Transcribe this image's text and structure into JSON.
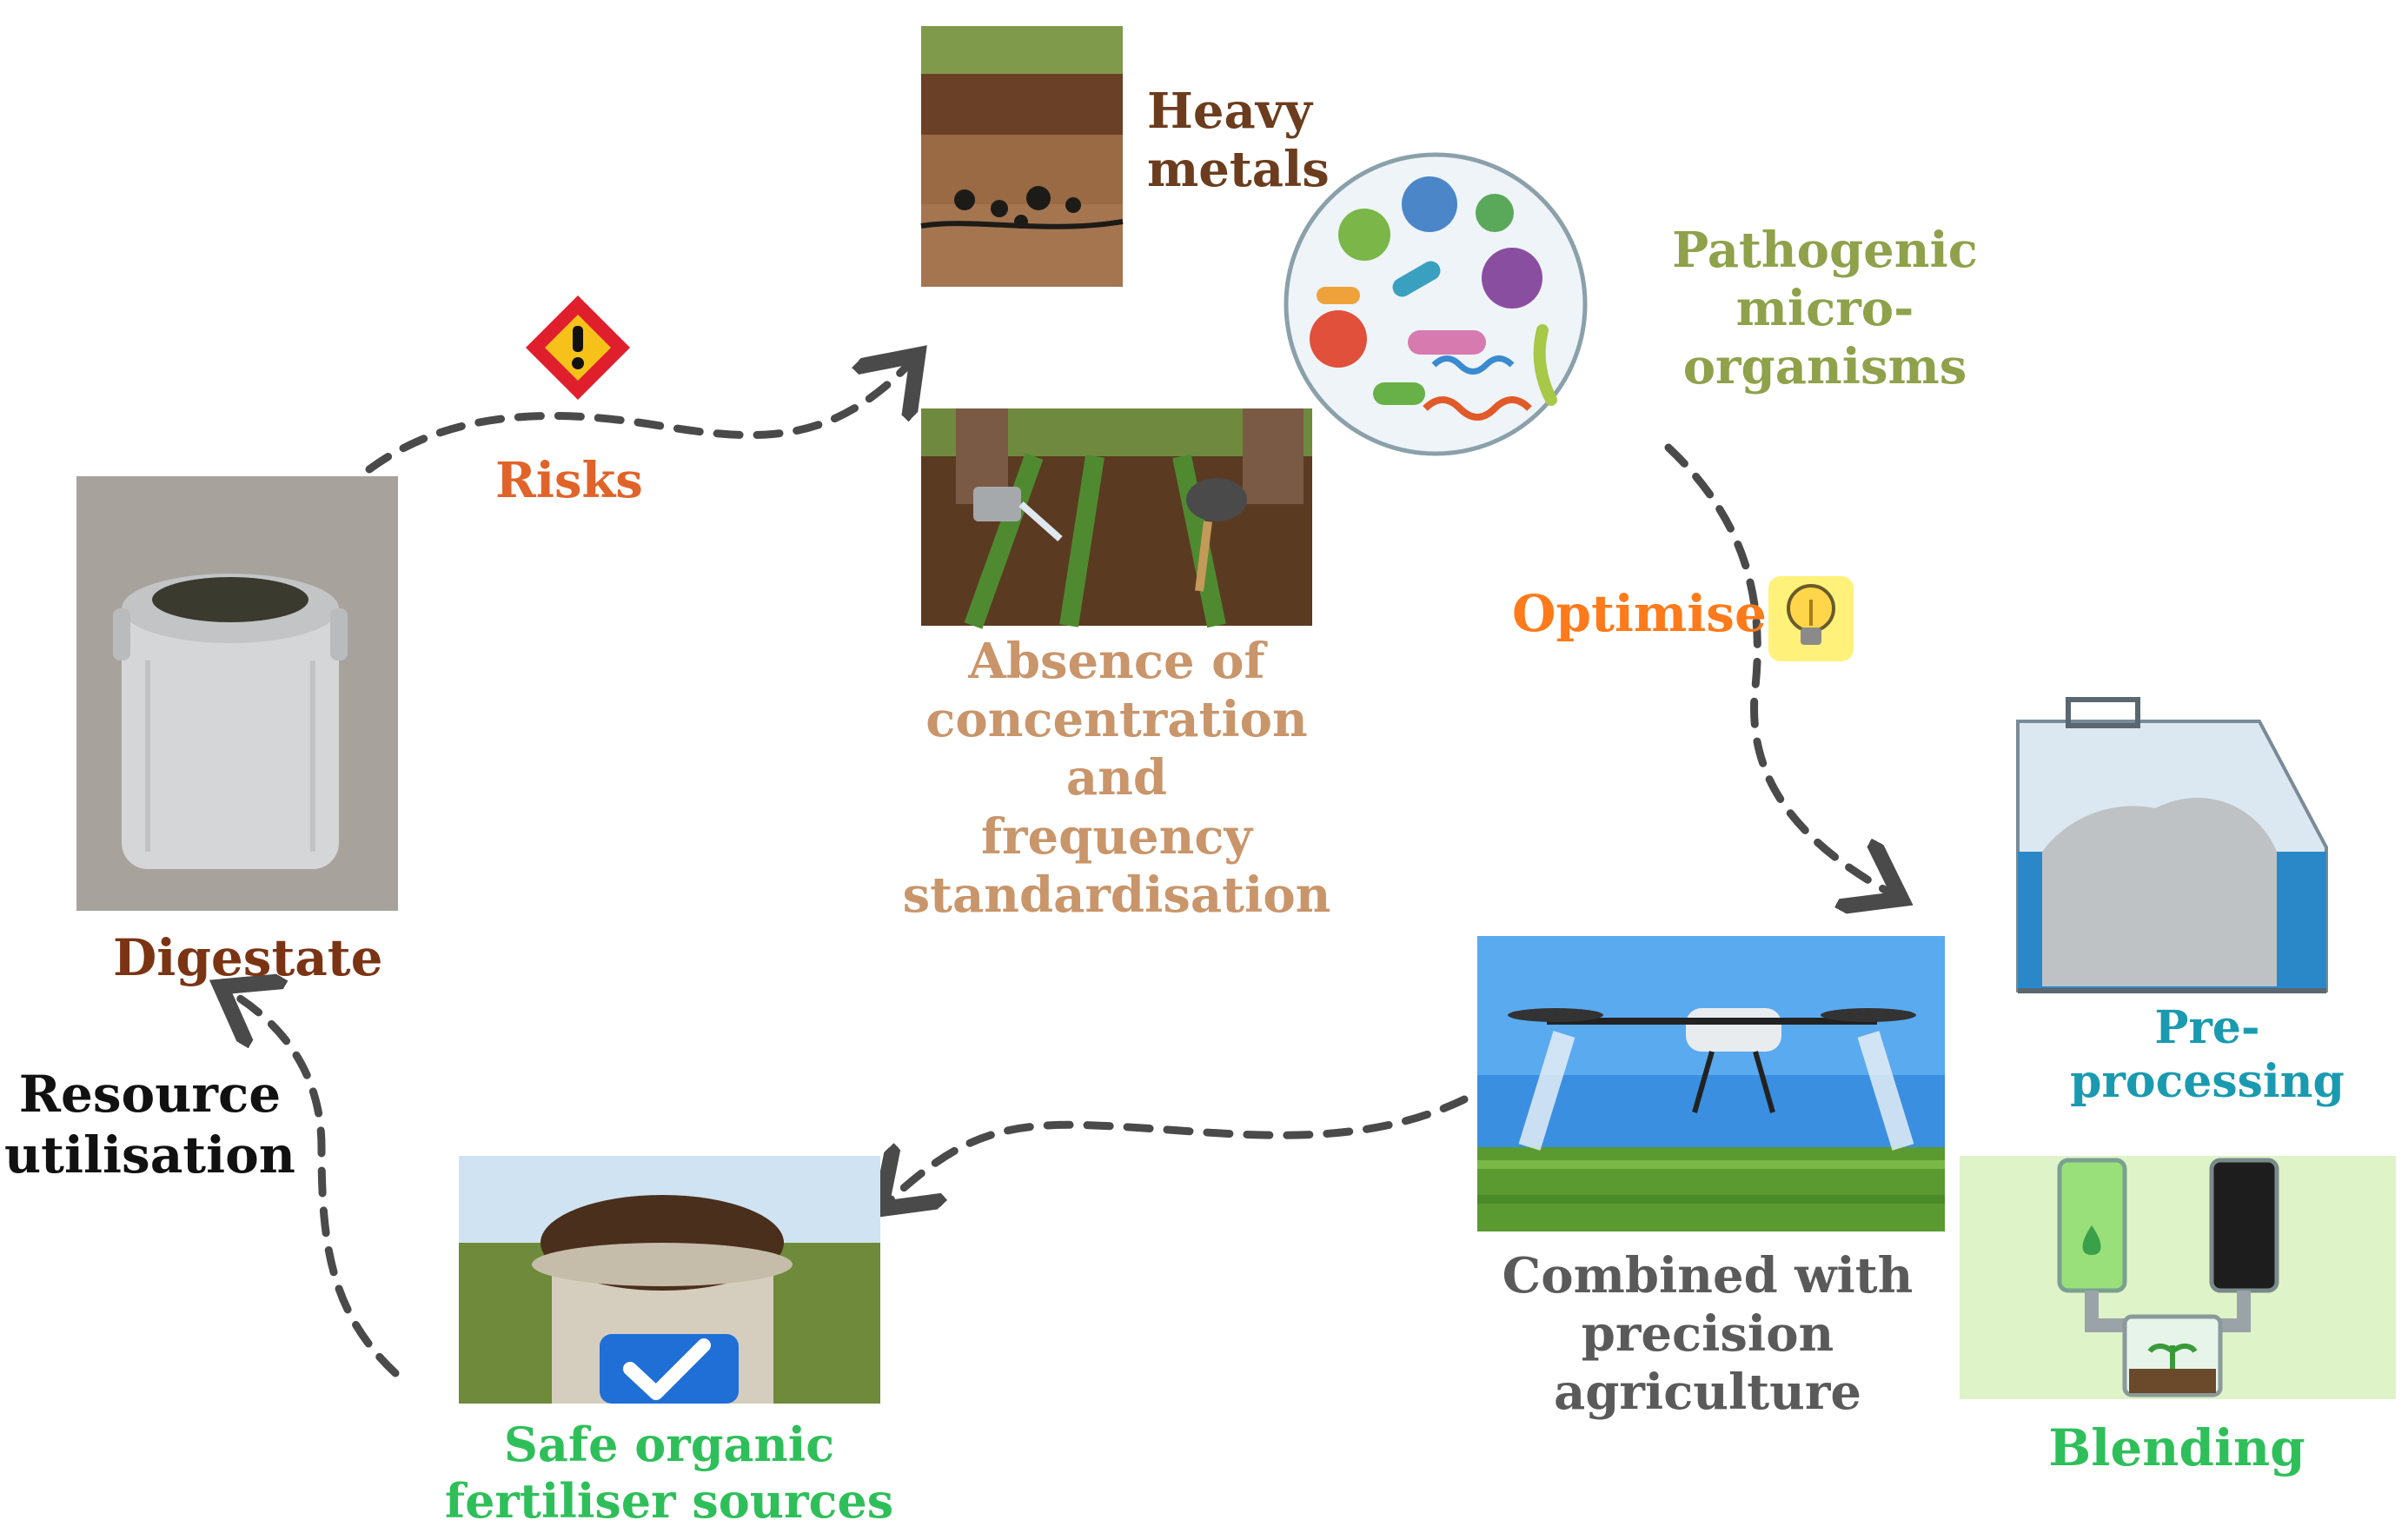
{
  "labels": {
    "digestate": "Digestate",
    "risks": "Risks",
    "heavy_metals": "Heavy metals",
    "pathogens": "Pathogenic micro-\norganisms",
    "absence": "Absence of\nconcentration and\nfrequency\nstandardisation",
    "optimise": "Optimise",
    "preprocessing": "Pre-processing",
    "combined": "Combined with\nprecision\nagriculture",
    "blending": "Blending",
    "safe": "Safe organic\nfertiliser sources",
    "resource": "Resource\nutilisation"
  },
  "colors": {
    "digestate": "#7a3414",
    "risks": "#e0632a",
    "heavy_metals": "#6b3d1e",
    "pathogens": "#8fa14a",
    "absence": "#c9956a",
    "optimise": "#ff7a1a",
    "preprocessing": "#1a9ab0",
    "combined": "#5a5a5a",
    "blending": "#2fbf5a",
    "safe": "#2fbf5a",
    "resource": "#111111",
    "arrow": "#4a4a4a"
  }
}
